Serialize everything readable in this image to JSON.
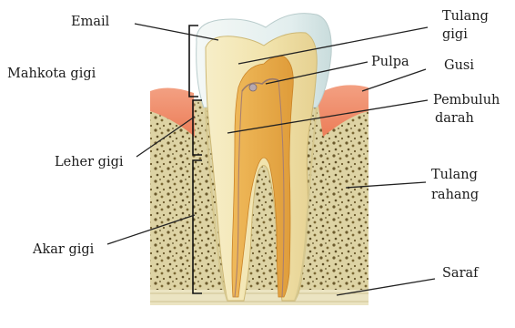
{
  "labels": {
    "email": "Email",
    "mahkota_gigi": "Mahkota gigi",
    "leher_gigi": "Leher gigi",
    "akar_gigi": "Akar gigi",
    "tulang_gigi_line1": "Tulang",
    "tulang_gigi_line2": "gigi",
    "pulpa": "Pulpa",
    "gusi": "Gusi",
    "pembuluh_darah_line1": "Pembuluh",
    "pembuluh_darah_line2": "darah",
    "tulang_rahang_line1": "Tulang",
    "tulang_rahang_line2": "rahang",
    "saraf": "Saraf"
  },
  "colors": {
    "enamel": "#e6f0f0",
    "dentin": "#f3e7b5",
    "pulp": "#e9a848",
    "gum": "#f08a64",
    "bone": "#ddd3a4",
    "bone_dots": "#6b5a2c",
    "nerve_band": "#e8e0bb"
  }
}
